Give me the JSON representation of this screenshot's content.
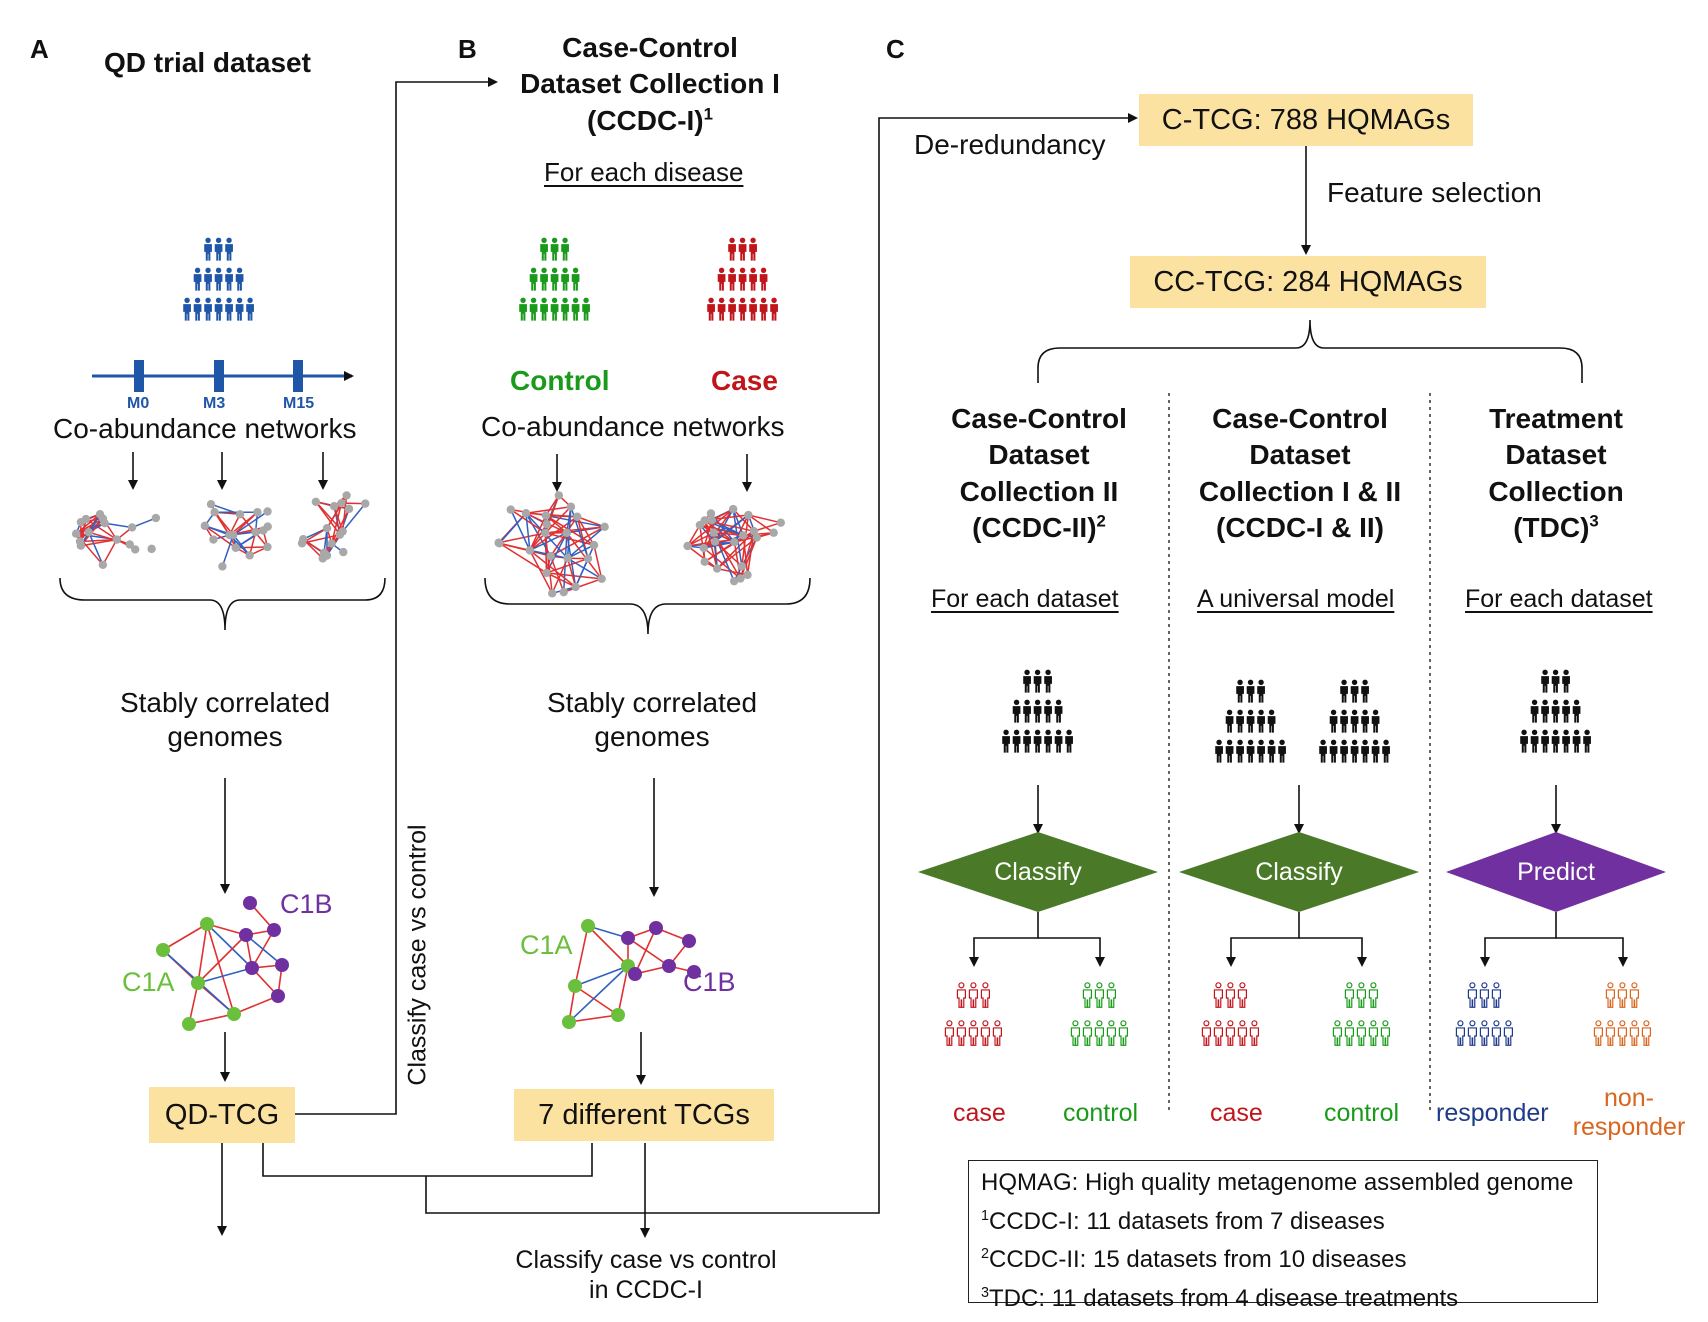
{
  "panels": {
    "a": {
      "letter": "A",
      "title": "QD trial dataset",
      "timepoints": [
        "M0",
        "M3",
        "M15"
      ],
      "networks_label": "Co-abundance networks",
      "stable_label_1": "Stably correlated",
      "stable_label_2": "genomes",
      "cluster_a": "C1A",
      "cluster_b": "C1B",
      "tcg_box": "QD-TCG"
    },
    "b": {
      "letter": "B",
      "title_1": "Case-Control",
      "title_2": "Dataset Collection I",
      "title_3": "(CCDC-I)",
      "title_sup": "1",
      "subtitle": "For each disease",
      "control_label": "Control",
      "case_label": "Case",
      "networks_label": "Co-abundance networks",
      "stable_label_1": "Stably correlated",
      "stable_label_2": "genomes",
      "cluster_a": "C1A",
      "cluster_b": "C1B",
      "tcg_box": "7 different TCGs"
    },
    "c": {
      "letter": "C",
      "dereundancy": "De-redundancy",
      "ctcg_box": "C-TCG: 788 HQMAGs",
      "feature_selection": "Feature selection",
      "cctcg_box": "CC-TCG: 284 HQMAGs"
    }
  },
  "vertical_label": "Classify case vs control",
  "bottom_label_1": "Classify case vs control",
  "bottom_label_2": "in CCDC-I",
  "columns": [
    {
      "title": [
        "Case-Control",
        "Dataset",
        "Collection II",
        "(CCDC-II)"
      ],
      "sup": "2",
      "subtitle": "For each dataset",
      "diamond": "Classify",
      "left_out": "case",
      "right_out": "control"
    },
    {
      "title": [
        "Case-Control",
        "Dataset",
        "Collection I & II",
        "(CCDC-I & II)"
      ],
      "sup": "",
      "subtitle": "A universal model",
      "diamond": "Classify",
      "left_out": "case",
      "right_out": "control"
    },
    {
      "title": [
        "Treatment",
        "Dataset",
        "Collection",
        "(TDC)"
      ],
      "sup": "3",
      "subtitle": "For each dataset",
      "diamond": "Predict",
      "left_out": "responder",
      "right_out_1": "non-",
      "right_out_2": "responder"
    }
  ],
  "legend": {
    "line1": "HQMAG: High quality metagenome assembled genome",
    "line2_sup": "1",
    "line2": "CCDC-I: 11 datasets from 7 diseases",
    "line3_sup": "2",
    "line3": "CCDC-II: 15 datasets from 10 diseases",
    "line4_sup": "3",
    "line4": "TDC: 11 datasets from 4 disease treatments"
  },
  "colors": {
    "blue": "#1f56a8",
    "green": "#1a9a1a",
    "red": "#c0151b",
    "purple": "#7030a0",
    "c1a_green": "#6abf3c",
    "navy": "#1f3a8a",
    "orange": "#d9661f",
    "diamond_green": "#4a7a28",
    "diamond_purple": "#7030a0",
    "box_yellow": "#fbe2a1",
    "net_red": "#e03030",
    "net_blue": "#3060c0",
    "node_gray": "#a8a8a8"
  }
}
